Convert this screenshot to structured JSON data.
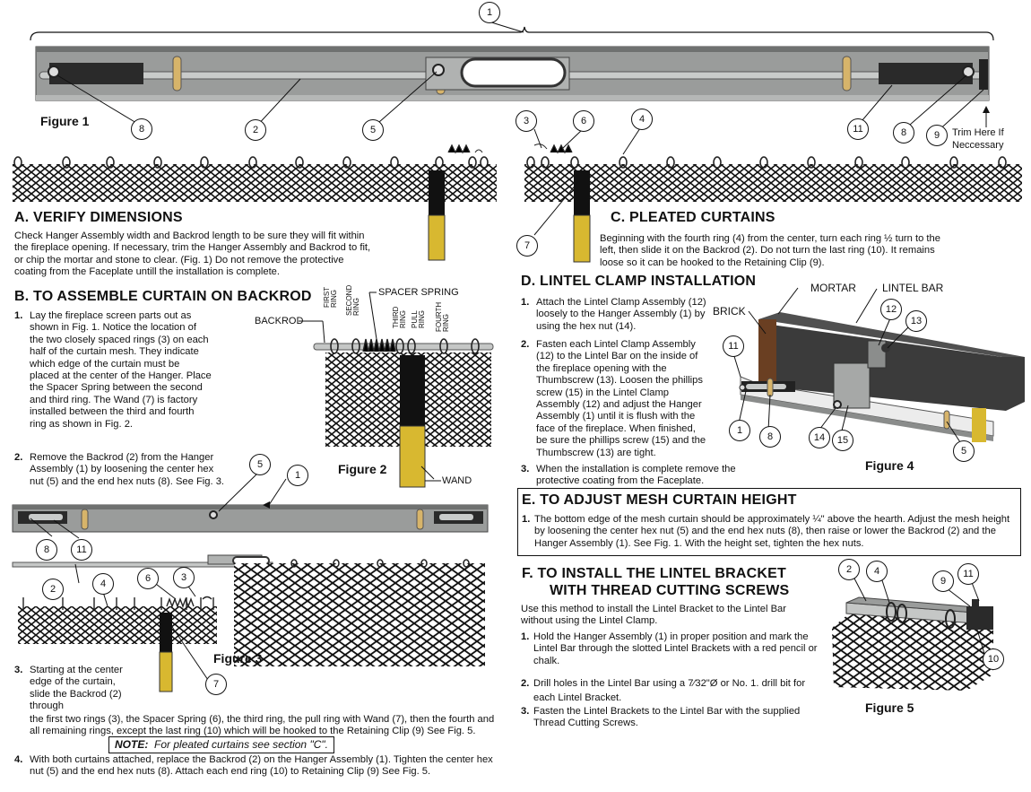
{
  "colors": {
    "bar": "#8d8f8e",
    "bar_light": "#b9bbbb",
    "bar_dark": "#555",
    "wand": "#d8b830",
    "mortar": "#6a3f22",
    "lintel": "#3a3a3a",
    "mesh": "#222"
  },
  "fig1": {
    "label": "Figure 1",
    "trim": "Trim Here If",
    "trim2": "Neccessary",
    "callouts": [
      "1",
      "8",
      "2",
      "5",
      "11",
      "8",
      "9"
    ]
  },
  "secA": {
    "title": "A. VERIFY DIMENSIONS",
    "text": "Check Hanger Assembly width and Backrod length to be sure they will fit within the fireplace opening. If necessary, trim the Hanger Assembly and Backrod to fit, or chip the mortar and stone to clear. (Fig. 1) Do not remove the protective coating from the Faceplate untill the installation is complete."
  },
  "secB": {
    "title": "B. TO ASSEMBLE CURTAIN ON BACKROD",
    "items": [
      {
        "n": "1.",
        "text": "Lay the fireplace screen parts out as shown in Fig. 1. Notice the location of the two closely spaced rings (3) on each half of the curtain mesh. They indicate which edge of the curtain must be placed at the center of the Hanger. Place the Spacer Spring between the second and third ring. The Wand (7) is factory installed between the third and fourth ring as shown in Fig. 2."
      },
      {
        "n": "2.",
        "text": "Remove the Backrod (2) from the Hanger Assembly (1) by loosening the center hex nut (5) and the end hex nuts (8). See Fig. 3."
      }
    ],
    "item3_n": "3.",
    "item3_a": "Starting at the center edge of the curtain, slide the Backrod (2) through",
    "item3_b": "the first two rings (3), the Spacer Spring (6), the third ring, the pull ring with Wand (7), then the fourth and all remaining rings, except the last ring (10) which will be hooked to the Retaining Clip (9) See Fig. 5.",
    "note_label": "NOTE:",
    "note_text": "For pleated curtains see section \"C\".",
    "item4_n": "4.",
    "item4": "With both curtains attached, replace the Backrod (2) on the Hanger Assembly (1). Tighten the center hex nut (5) and the end hex nuts (8). Attach each end ring (10) to Retaining Clip (9) See Fig. 5."
  },
  "fig2": {
    "label": "Figure 2",
    "backrod": "BACKROD",
    "spacer": "SPACER SPRING",
    "wand": "WAND",
    "rings": [
      "FIRST RING",
      "SECOND RING",
      "THIRD RING",
      "PULL RING",
      "FOURTH RING"
    ]
  },
  "fig3": {
    "label": "Figure 3",
    "callouts": [
      "5",
      "1",
      "8",
      "11",
      "2",
      "4",
      "6",
      "3",
      "7"
    ]
  },
  "secC": {
    "title": "C. PLEATED CURTAINS",
    "text": "Beginning with the fourth ring (4) from the center, turn each ring ½ turn to the left, then slide it on the Backrod (2). Do not turn the last ring (10). It remains loose so it can be hooked to the Retaining Clip (9).",
    "callouts": [
      "3",
      "6",
      "4",
      "7"
    ]
  },
  "secD": {
    "title": "D. LINTEL CLAMP INSTALLATION",
    "items": [
      {
        "n": "1.",
        "text": "Attach the Lintel Clamp Assembly (12) loosely to the Hanger Assembly (1) by using the hex nut (14)."
      },
      {
        "n": "2.",
        "text": "Fasten each Lintel Clamp Assembly (12) to the Lintel Bar on the inside of the fireplace opening with the Thumbscrew (13). Loosen the phillips screw (15) in the Lintel Clamp Assembly (12) and adjust the Hanger Assembly (1) until it is flush with the face of the fireplace. When finished, be sure the phillips screw (15) and the Thumbscrew (13) are tight."
      },
      {
        "n": "3.",
        "text": "When the installation is complete remove the protective coating from the Faceplate."
      }
    ]
  },
  "fig4": {
    "label": "Figure 4",
    "mortar": "MORTAR",
    "lintel": "LINTEL BAR",
    "brick": "BRICK",
    "callouts": [
      "12",
      "13",
      "11",
      "1",
      "8",
      "14",
      "15",
      "5"
    ]
  },
  "secE": {
    "title": "E. TO ADJUST MESH CURTAIN HEIGHT",
    "n": "1.",
    "text": "The bottom edge of the mesh curtain should be approximately ¼\" above the hearth. Adjust the mesh height by loosening the center hex nut (5) and the end hex nuts (8), then raise or lower the Backrod (2) and the Hanger Assembly (1). See Fig. 1. With the height set, tighten the hex nuts."
  },
  "secF": {
    "title1": "F. TO INSTALL THE LINTEL BRACKET",
    "title2": "WITH THREAD CUTTING SCREWS",
    "intro": "Use this method to install the Lintel Bracket to the Lintel Bar without using the Lintel Clamp.",
    "items": [
      {
        "n": "1.",
        "text": "Hold the Hanger Assembly (1) in proper position and mark the Lintel Bar through the slotted Lintel Brackets with a red pencil or chalk."
      },
      {
        "n": "2.",
        "text": "Drill holes in the Lintel Bar using a 7⁄32\"Ø or No. 1. drill bit for each Lintel Bracket."
      },
      {
        "n": "3.",
        "text": "Fasten the Lintel Brackets to the Lintel Bar with the supplied Thread Cutting Screws."
      }
    ]
  },
  "fig5": {
    "label": "Figure 5",
    "callouts": [
      "2",
      "4",
      "9",
      "11",
      "10"
    ]
  }
}
